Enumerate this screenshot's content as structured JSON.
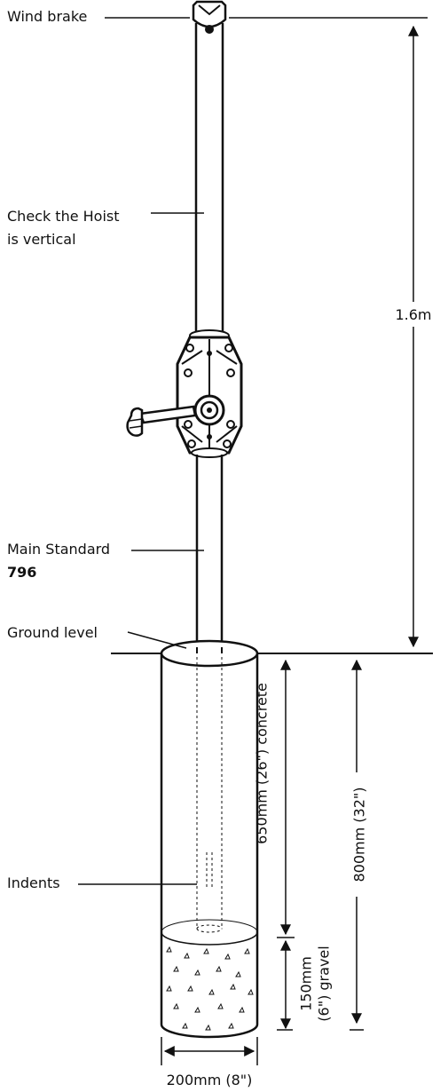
{
  "labels": {
    "wind_brake": "Wind brake",
    "check_hoist_line1": "Check the Hoist",
    "check_hoist_line2": "is vertical",
    "main_standard": "Main Standard",
    "main_standard_code": "796",
    "ground_level": "Ground level",
    "indents": "Indents"
  },
  "dimensions": {
    "height_above_ground": "1.6m",
    "concrete_depth": "650mm (26\") concrete",
    "gravel_depth_line1": "150mm",
    "gravel_depth_line2": "(6\") gravel",
    "total_depth": "800mm (32\")",
    "hole_diameter": "200mm (8\")"
  }
}
